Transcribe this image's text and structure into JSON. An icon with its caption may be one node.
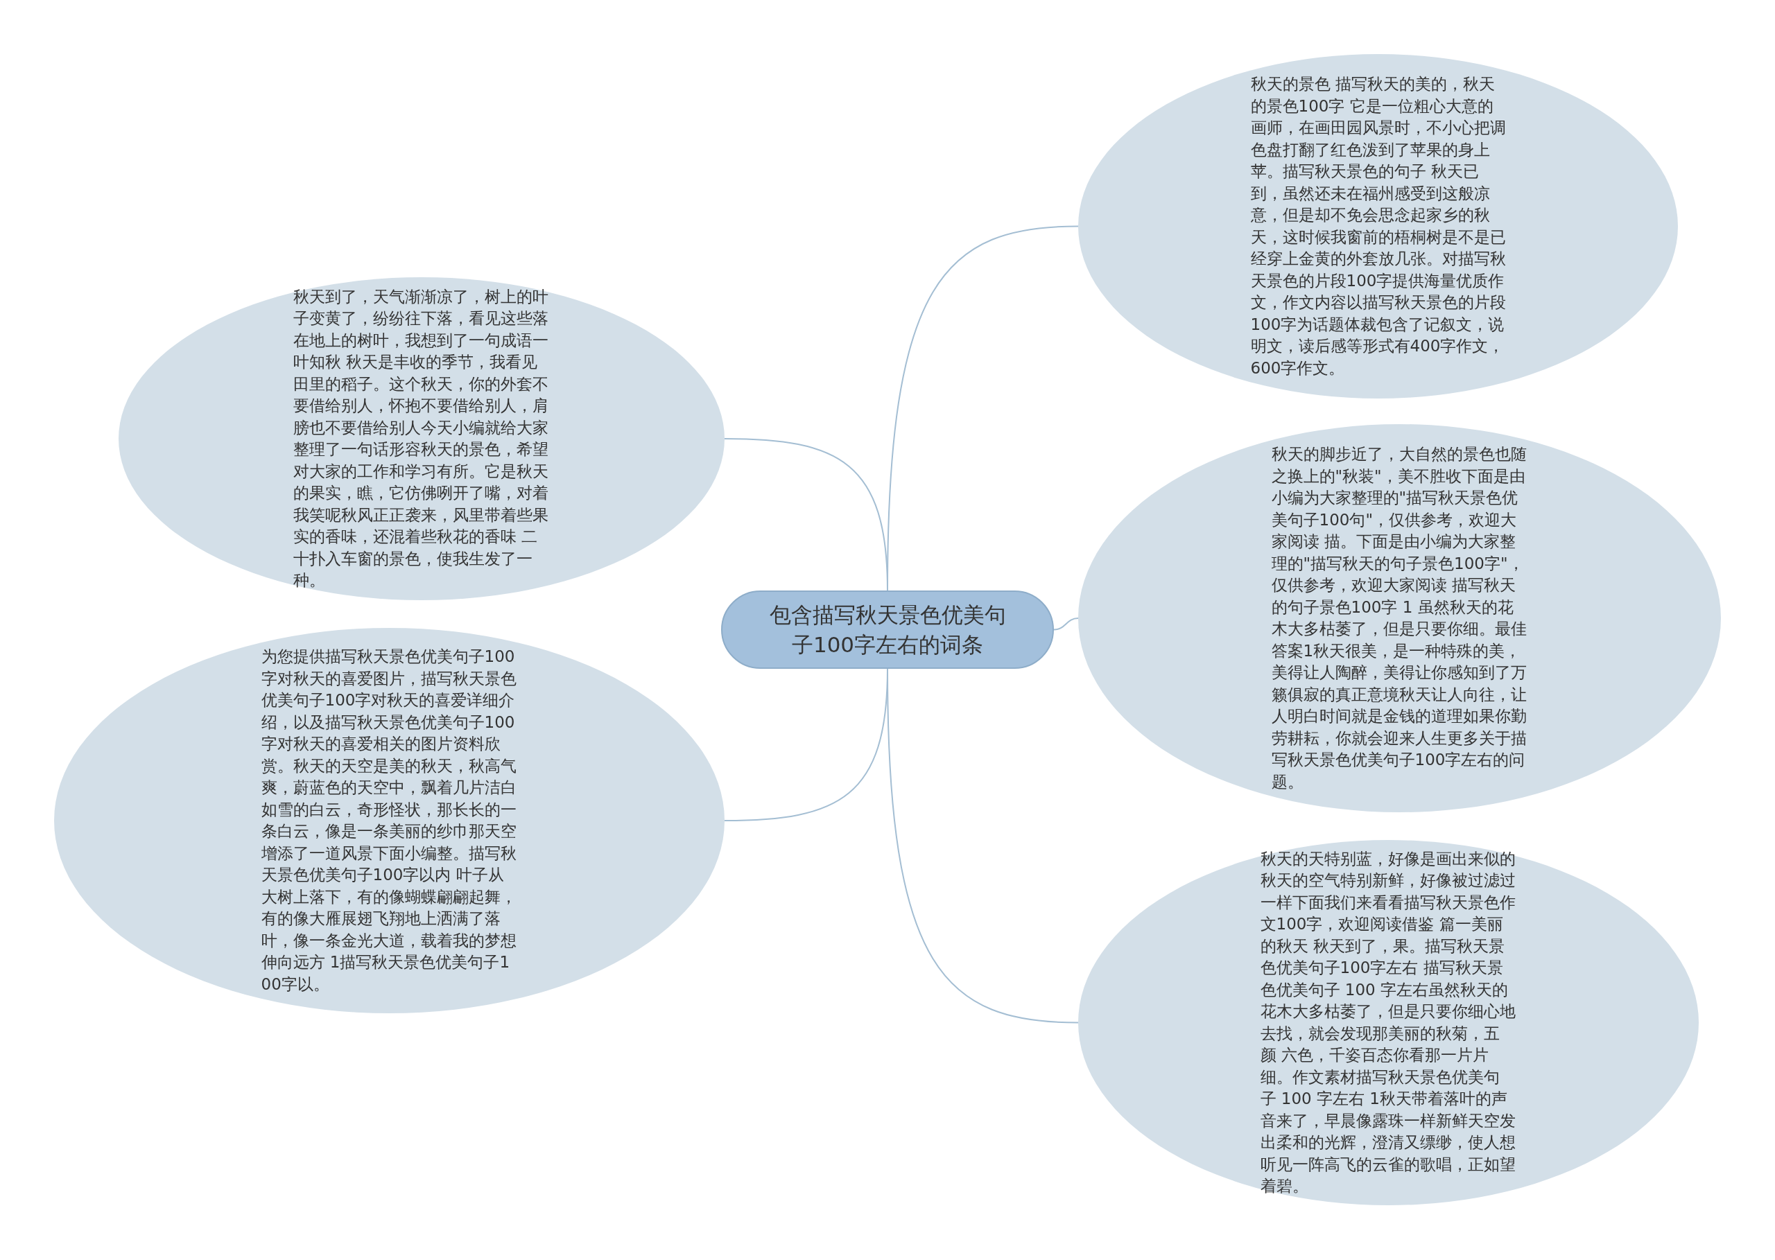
{
  "diagram": {
    "nodes": [
      {
        "text": [
          "包含描写秋天景色优美句子100字左右的词条"
        ]
      },
      {
        "text": [
          "秋天到了，天气渐渐凉了，树上的叶子变黄了，纷纷往下落，看见这些落在地上的树叶，我想到了一句成语一叶知秋 秋天是丰收的季节，我看见田里的稻子。这个秋天，你的外套不要借给别人，怀抱不要借给别人，肩膀也不要借给别人今天小编就给大家整理了一句话形容秋天的景色，希望对大家的工作和学习有所。它是秋天的果实，瞧，它仿佛咧开了嘴，对着我笑呢秋风正正袭来，风里带着些果实的香味，还混着些秋花的香味 二十扑入车窗的景色，使我生发了一种。"
        ]
      },
      {
        "text": [
          "为您提供描写秋天景色优美句子100字对秋天的喜爱图片，描写秋天景色优美句子100字对秋天的喜爱详细介绍，以及描写秋天景色优美句子100字对秋天的喜爱相关的图片资料欣赏。秋天的天空是美的秋天，秋高气爽，蔚蓝色的天空中，飘着几片洁白如雪的白云，奇形怪状，那长长的一条白云，像是一条美丽的纱巾那天空增添了一道风景下面小编整。描写秋天景色优美句子100字以内 叶子从大树上落下，有的像蝴蝶翩翩起舞，有的像大雁展翅飞翔地上洒满了落叶，像一条金光大道，载着我的梦想伸向远方 1描写秋天景色优美句子100字以。"
        ]
      },
      {
        "text": [
          "秋天的景色 描写秋天的美的，秋天的景色100字 它是一位粗心大意的画师，在画田园风景时，不小心把调色盘打翻了红色泼到了苹果的身上苹。描写秋天景色的句子 秋天已到，虽然还未在福州感受到这般凉意，但是却不免会思念起家乡的秋天，这时候我窗前的梧桐树是不是已经穿上金黄的外套放几张。对描写秋天景色的片段100字提供海量优质作文，作文内容以描写秋天景色的片段100字为话题体裁包含了记叙文，说明文，读后感等形式有400字作文，600字作文。"
        ]
      },
      {
        "text": [
          "秋天的脚步近了，大自然的景色也随之换上的\"秋装\"，美不胜收下面是由小编为大家整理的\"描写秋天景色优美句子100句\"，仅供参考，欢迎大家阅读 描。下面是由小编为大家整理的\"描写秋天的句子景色100字\"，仅供参考，欢迎大家阅读 描写秋天的句子景色100字 1 虽然秋天的花木大多枯萎了，但是只要你细。最佳答案1秋天很美，是一种特殊的美，美得让人陶醉，美得让你感知到了万籁俱寂的真正意境秋天让人向往，让人明白时间就是金钱的道理如果你勤劳耕耘，你就会迎来人生更多关于描写秋天景色优美句子100字左右的问题。"
        ]
      },
      {
        "text": [
          "秋天的天特别蓝，好像是画出来似的秋天的空气特别新鲜，好像被过滤过一样下面我们来看看描写秋天景色作文100字，欢迎阅读借鉴 篇一美丽的秋天 秋天到了，果。描写秋天景色优美句子100字左右 描写秋天景色优美句子 100 字左右虽然秋天的花木大多枯萎了，但是只要你细心地去找，就会发现那美丽的秋菊，五颜 六色，千姿百态你看那一片片细。作文素材描写秋天景色优美句子 100 字左右 1秋天带着落叶的声音来了，早晨像露珠一样新鲜天空发出柔和的光辉，澄清又缥缈，使人想听见一阵高飞的云雀的歌唱，正如望着碧。"
        ]
      }
    ],
    "edges": [
      {
        "from": 0,
        "to": 3,
        "arrow": "none"
      },
      {
        "from": 0,
        "to": 4,
        "arrow": "none"
      },
      {
        "from": 0,
        "to": 5,
        "arrow": "none"
      },
      {
        "from": 0,
        "to": 1,
        "arrow": "none"
      },
      {
        "from": 0,
        "to": 2,
        "arrow": "none"
      }
    ]
  }
}
